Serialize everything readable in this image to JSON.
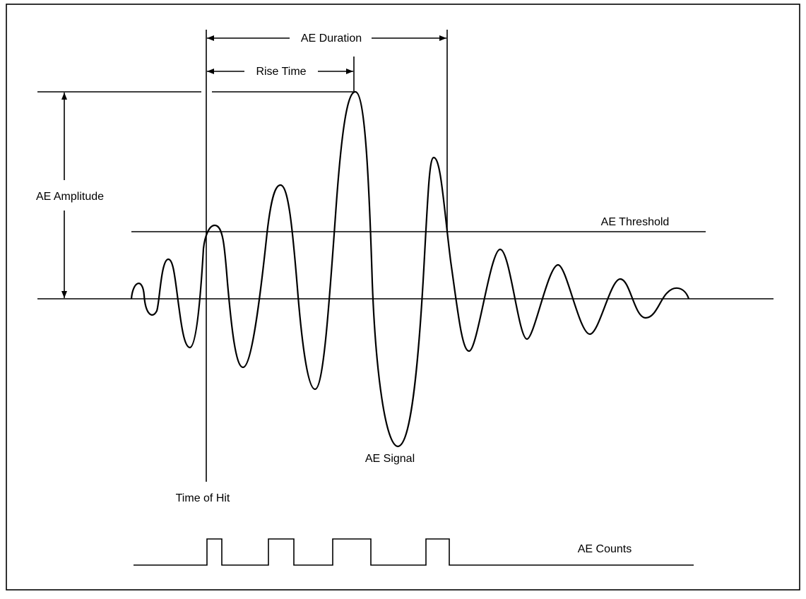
{
  "labels": {
    "duration": "AE Duration",
    "rise_time": "Rise Time",
    "amplitude": "AE Amplitude",
    "threshold": "AE Threshold",
    "signal": "AE Signal",
    "time_of_hit": "Time of Hit",
    "counts": "AE Counts"
  },
  "colors": {
    "line": "#000000",
    "background": "#ffffff"
  },
  "annotations": {
    "counts_pulses": 4
  }
}
